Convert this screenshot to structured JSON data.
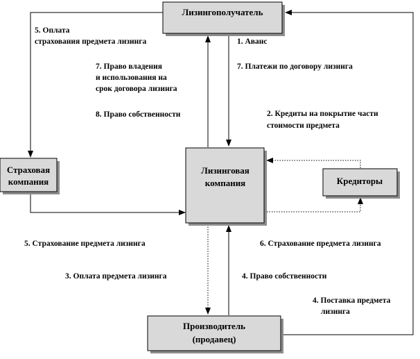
{
  "nodes": {
    "lessee": [
      "Лизингополучатель"
    ],
    "leasing_company": [
      "Лизинговая",
      "компания"
    ],
    "insurance": [
      "Страховая",
      "компания"
    ],
    "creditors": [
      "Кредиторы"
    ],
    "manufacturer": [
      "Производитель",
      "(продавец)"
    ]
  },
  "labels": {
    "insurance_payment": [
      "5. Оплата",
      "страхования предмета лизинга"
    ],
    "advance": [
      "1. Аванс"
    ],
    "ownership_use": [
      "7. Право владения",
      "и использования на",
      "срок договора лизинга"
    ],
    "lease_payments": [
      "7. Платежи по договору лизинга"
    ],
    "ownership_right_8": [
      "8. Право собственности"
    ],
    "credits": [
      "2. Кредиты на покрытие части",
      "стоимости предмета"
    ],
    "insurance_5": [
      "5. Страхование предмета лизинга"
    ],
    "insurance_6": [
      "6. Страхование предмета лизинга"
    ],
    "payment_3": [
      "3. Оплата предмета лизинга"
    ],
    "ownership_right_4": [
      "4. Право собственности"
    ],
    "delivery": [
      "4. Поставка предмета",
      "лизинга"
    ]
  }
}
